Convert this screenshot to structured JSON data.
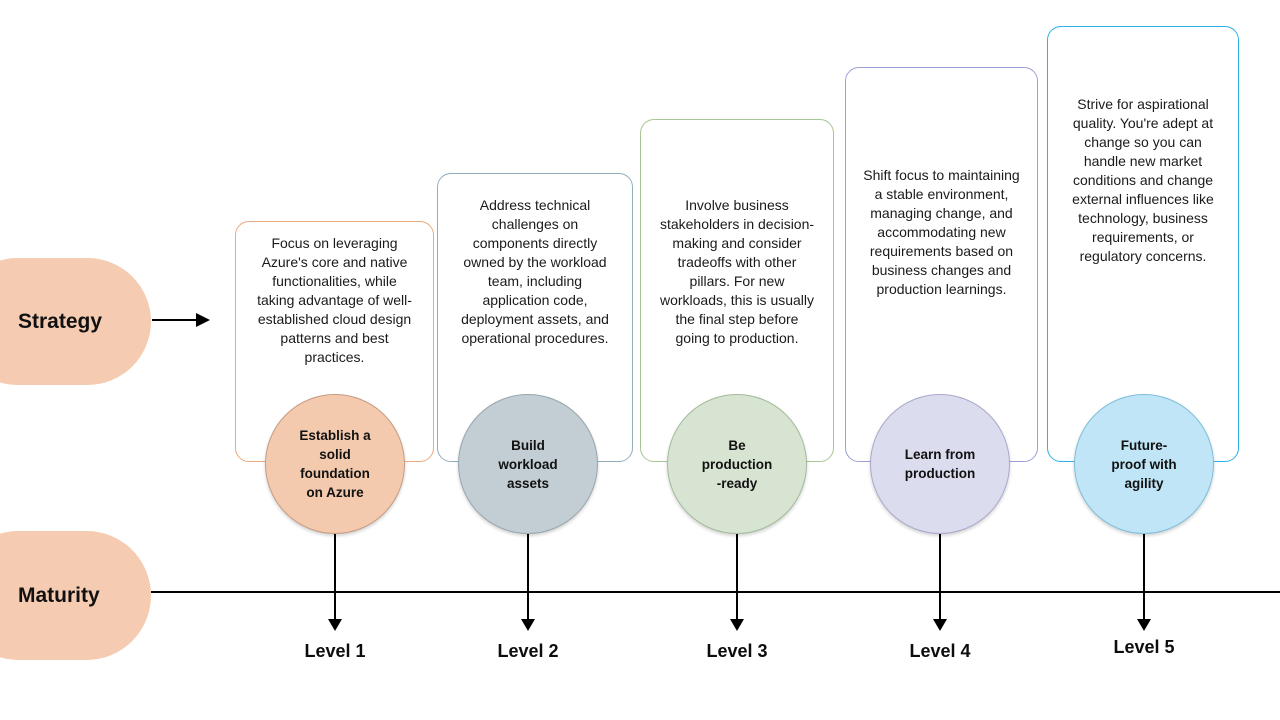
{
  "rows": {
    "strategy_label": "Strategy",
    "maturity_label": "Maturity"
  },
  "colors": {
    "pill_fill": "#F5CCB2",
    "baseline": "#000000",
    "arrow": "#000000"
  },
  "stages": [
    {
      "description": "Focus on leveraging Azure's core and native functionalities, while taking advantage of well-established cloud design patterns and best practices.",
      "circle_label": "Establish a\nsolid\nfoundation\non Azure",
      "level_label": "Level 1",
      "box_border": "#EDA87E",
      "circle_fill": "#F4CAAE",
      "circle_border": "#C79C82"
    },
    {
      "description": "Address technical challenges on components directly owned by the workload team, including application code, deployment assets, and operational procedures.",
      "circle_label": "Build\nworkload\nassets",
      "level_label": "Level 2",
      "box_border": "#92AEBE",
      "circle_fill": "#C2CED3",
      "circle_border": "#97A7AD"
    },
    {
      "description": "Involve business stakeholders in decision-making and consider tradeoffs with other pillars. For new workloads, this is usually the final step before going to production.",
      "circle_label": "Be\nproduction\n-ready",
      "level_label": "Level 3",
      "box_border": "#A6C693",
      "circle_fill": "#D8E4D2",
      "circle_border": "#A4BB9B"
    },
    {
      "description": "Shift focus to maintaining a stable environment, managing change, and accommodating new requirements based on business changes and production learnings.",
      "circle_label": "Learn from\nproduction",
      "level_label": "Level 4",
      "box_border": "#9C9ED8",
      "circle_fill": "#DBDCEE",
      "circle_border": "#A9AACB"
    },
    {
      "description": "Strive for aspirational quality. You're adept at change so you can handle new market conditions and change external influences like technology, business requirements, or regulatory concerns.",
      "circle_label": "Future-\nproof with\nagility",
      "level_label": "Level 5",
      "box_border": "#2FB0E8",
      "circle_fill": "#BFE5F6",
      "circle_border": "#7FBFDB"
    }
  ]
}
